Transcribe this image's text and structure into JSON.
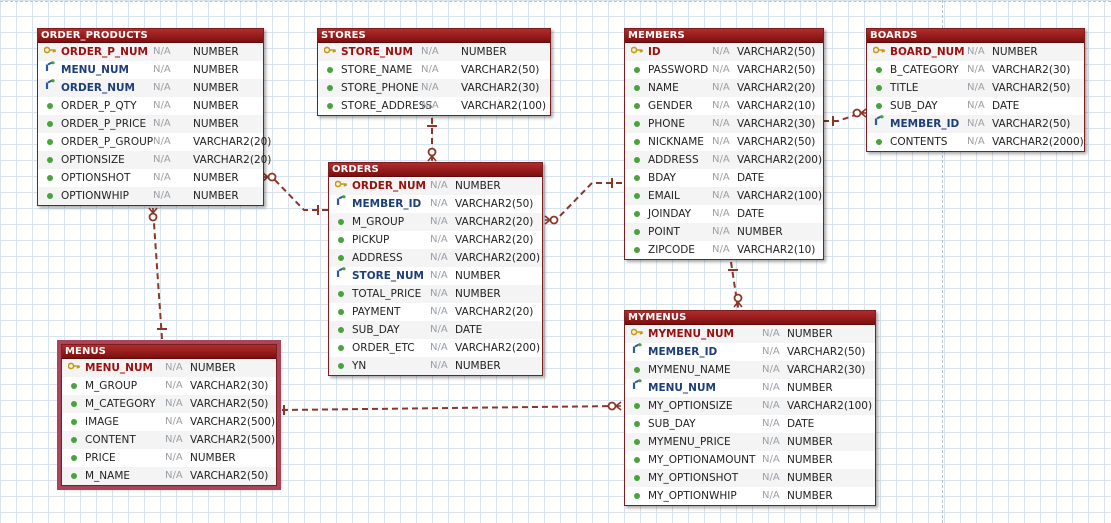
{
  "tables": {
    "order_products": {
      "name": "ORDER_PRODUCTS",
      "columns": [
        {
          "name": "ORDER_P_NUM",
          "nullable": "N/A",
          "type": "NUMBER",
          "kind": "pk"
        },
        {
          "name": "MENU_NUM",
          "nullable": "N/A",
          "type": "NUMBER",
          "kind": "fk"
        },
        {
          "name": "ORDER_NUM",
          "nullable": "N/A",
          "type": "NUMBER",
          "kind": "fk"
        },
        {
          "name": "ORDER_P_QTY",
          "nullable": "N/A",
          "type": "NUMBER",
          "kind": "col"
        },
        {
          "name": "ORDER_P_PRICE",
          "nullable": "N/A",
          "type": "NUMBER",
          "kind": "col"
        },
        {
          "name": "ORDER_P_GROUP",
          "nullable": "N/A",
          "type": "VARCHAR2(20)",
          "kind": "col"
        },
        {
          "name": "OPTIONSIZE",
          "nullable": "N/A",
          "type": "VARCHAR2(20)",
          "kind": "col"
        },
        {
          "name": "OPTIONSHOT",
          "nullable": "N/A",
          "type": "NUMBER",
          "kind": "col"
        },
        {
          "name": "OPTIONWHIP",
          "nullable": "N/A",
          "type": "NUMBER",
          "kind": "col"
        }
      ]
    },
    "stores": {
      "name": "STORES",
      "columns": [
        {
          "name": "STORE_NUM",
          "nullable": "N/A",
          "type": "NUMBER",
          "kind": "pk"
        },
        {
          "name": "STORE_NAME",
          "nullable": "N/A",
          "type": "VARCHAR2(50)",
          "kind": "col"
        },
        {
          "name": "STORE_PHONE",
          "nullable": "N/A",
          "type": "VARCHAR2(30)",
          "kind": "col"
        },
        {
          "name": "STORE_ADDRESS",
          "nullable": "N/A",
          "type": "VARCHAR2(100)",
          "kind": "col"
        }
      ]
    },
    "members": {
      "name": "MEMBERS",
      "columns": [
        {
          "name": "ID",
          "nullable": "N/A",
          "type": "VARCHAR2(50)",
          "kind": "pk"
        },
        {
          "name": "PASSWORD",
          "nullable": "N/A",
          "type": "VARCHAR2(50)",
          "kind": "col"
        },
        {
          "name": "NAME",
          "nullable": "N/A",
          "type": "VARCHAR2(20)",
          "kind": "col"
        },
        {
          "name": "GENDER",
          "nullable": "N/A",
          "type": "VARCHAR2(10)",
          "kind": "col"
        },
        {
          "name": "PHONE",
          "nullable": "N/A",
          "type": "VARCHAR2(30)",
          "kind": "col"
        },
        {
          "name": "NICKNAME",
          "nullable": "N/A",
          "type": "VARCHAR2(50)",
          "kind": "col"
        },
        {
          "name": "ADDRESS",
          "nullable": "N/A",
          "type": "VARCHAR2(200)",
          "kind": "col"
        },
        {
          "name": "BDAY",
          "nullable": "N/A",
          "type": "DATE",
          "kind": "col"
        },
        {
          "name": "EMAIL",
          "nullable": "N/A",
          "type": "VARCHAR2(100)",
          "kind": "col"
        },
        {
          "name": "JOINDAY",
          "nullable": "N/A",
          "type": "DATE",
          "kind": "col"
        },
        {
          "name": "POINT",
          "nullable": "N/A",
          "type": "NUMBER",
          "kind": "col"
        },
        {
          "name": "ZIPCODE",
          "nullable": "N/A",
          "type": "VARCHAR2(10)",
          "kind": "col"
        }
      ]
    },
    "boards": {
      "name": "BOARDS",
      "columns": [
        {
          "name": "BOARD_NUM",
          "nullable": "N/A",
          "type": "NUMBER",
          "kind": "pk"
        },
        {
          "name": "B_CATEGORY",
          "nullable": "N/A",
          "type": "VARCHAR2(30)",
          "kind": "col"
        },
        {
          "name": "TITLE",
          "nullable": "N/A",
          "type": "VARCHAR2(50)",
          "kind": "col"
        },
        {
          "name": "SUB_DAY",
          "nullable": "N/A",
          "type": "DATE",
          "kind": "col"
        },
        {
          "name": "MEMBER_ID",
          "nullable": "N/A",
          "type": "VARCHAR2(50)",
          "kind": "fk"
        },
        {
          "name": "CONTENTS",
          "nullable": "N/A",
          "type": "VARCHAR2(2000)",
          "kind": "col"
        }
      ]
    },
    "orders": {
      "name": "ORDERS",
      "columns": [
        {
          "name": "ORDER_NUM",
          "nullable": "N/A",
          "type": "NUMBER",
          "kind": "pk"
        },
        {
          "name": "MEMBER_ID",
          "nullable": "N/A",
          "type": "VARCHAR2(50)",
          "kind": "fk"
        },
        {
          "name": "M_GROUP",
          "nullable": "N/A",
          "type": "VARCHAR2(20)",
          "kind": "col"
        },
        {
          "name": "PICKUP",
          "nullable": "N/A",
          "type": "VARCHAR2(20)",
          "kind": "col"
        },
        {
          "name": "ADDRESS",
          "nullable": "N/A",
          "type": "VARCHAR2(200)",
          "kind": "col"
        },
        {
          "name": "STORE_NUM",
          "nullable": "N/A",
          "type": "NUMBER",
          "kind": "fk"
        },
        {
          "name": "TOTAL_PRICE",
          "nullable": "N/A",
          "type": "NUMBER",
          "kind": "col"
        },
        {
          "name": "PAYMENT",
          "nullable": "N/A",
          "type": "VARCHAR2(20)",
          "kind": "col"
        },
        {
          "name": "SUB_DAY",
          "nullable": "N/A",
          "type": "DATE",
          "kind": "col"
        },
        {
          "name": "ORDER_ETC",
          "nullable": "N/A",
          "type": "VARCHAR2(200)",
          "kind": "col"
        },
        {
          "name": "YN",
          "nullable": "N/A",
          "type": "NUMBER",
          "kind": "col"
        }
      ]
    },
    "menus": {
      "name": "MENUS",
      "columns": [
        {
          "name": "MENU_NUM",
          "nullable": "N/A",
          "type": "NUMBER",
          "kind": "pk"
        },
        {
          "name": "M_GROUP",
          "nullable": "N/A",
          "type": "VARCHAR2(30)",
          "kind": "col"
        },
        {
          "name": "M_CATEGORY",
          "nullable": "N/A",
          "type": "VARCHAR2(50)",
          "kind": "col"
        },
        {
          "name": "IMAGE",
          "nullable": "N/A",
          "type": "VARCHAR2(500)",
          "kind": "col"
        },
        {
          "name": "CONTENT",
          "nullable": "N/A",
          "type": "VARCHAR2(500)",
          "kind": "col"
        },
        {
          "name": "PRICE",
          "nullable": "N/A",
          "type": "NUMBER",
          "kind": "col"
        },
        {
          "name": "M_NAME",
          "nullable": "N/A",
          "type": "VARCHAR2(50)",
          "kind": "col"
        }
      ]
    },
    "mymenus": {
      "name": "MYMENUS",
      "columns": [
        {
          "name": "MYMENU_NUM",
          "nullable": "N/A",
          "type": "NUMBER",
          "kind": "pk"
        },
        {
          "name": "MEMBER_ID",
          "nullable": "N/A",
          "type": "VARCHAR2(50)",
          "kind": "fk"
        },
        {
          "name": "MYMENU_NAME",
          "nullable": "N/A",
          "type": "VARCHAR2(30)",
          "kind": "col"
        },
        {
          "name": "MENU_NUM",
          "nullable": "N/A",
          "type": "NUMBER",
          "kind": "fk"
        },
        {
          "name": "MY_OPTIONSIZE",
          "nullable": "N/A",
          "type": "VARCHAR2(100)",
          "kind": "col"
        },
        {
          "name": "SUB_DAY",
          "nullable": "N/A",
          "type": "DATE",
          "kind": "col"
        },
        {
          "name": "MYMENU_PRICE",
          "nullable": "N/A",
          "type": "NUMBER",
          "kind": "col"
        },
        {
          "name": "MY_OPTIONAMOUNT",
          "nullable": "N/A",
          "type": "NUMBER",
          "kind": "col"
        },
        {
          "name": "MY_OPTIONSHOT",
          "nullable": "N/A",
          "type": "NUMBER",
          "kind": "col"
        },
        {
          "name": "MY_OPTIONWHIP",
          "nullable": "N/A",
          "type": "NUMBER",
          "kind": "col"
        }
      ]
    }
  },
  "relationships": [
    {
      "from": "menus",
      "to": "order_products"
    },
    {
      "from": "orders",
      "to": "order_products"
    },
    {
      "from": "stores",
      "to": "orders"
    },
    {
      "from": "members",
      "to": "orders"
    },
    {
      "from": "members",
      "to": "boards"
    },
    {
      "from": "members",
      "to": "mymenus"
    },
    {
      "from": "menus",
      "to": "mymenus"
    }
  ],
  "colors": {
    "header": "#8f1515",
    "relationship": "#8b3626",
    "pk_name": "#9b0e0e",
    "fk_name": "#1e3e7a",
    "selected": "#a8455a"
  },
  "icons": {
    "pk": "key-icon",
    "fk": "foreign-key-icon",
    "col": "column-dot-icon"
  }
}
